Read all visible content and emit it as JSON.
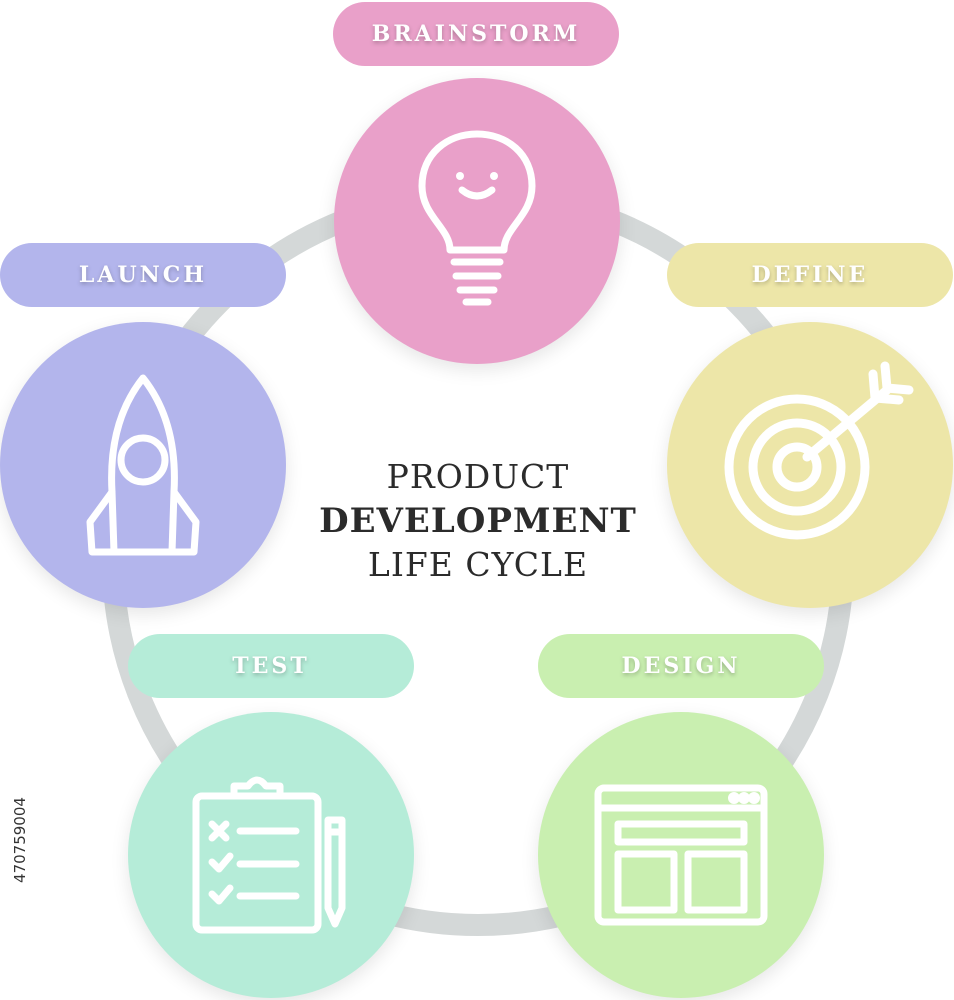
{
  "title": {
    "line1": "PRODUCT",
    "line2": "DEVELOPMENT",
    "line3": "LIFE CYCLE"
  },
  "stages": [
    {
      "label": "BRAINSTORM",
      "color": "#e9a0c9",
      "icon": "lightbulb-icon"
    },
    {
      "label": "DEFINE",
      "color": "#ede6a8",
      "icon": "target-icon"
    },
    {
      "label": "DESIGN",
      "color": "#c9efb0",
      "icon": "browser-layout-icon"
    },
    {
      "label": "TEST",
      "color": "#b5ecd8",
      "icon": "clipboard-checklist-icon"
    },
    {
      "label": "LAUNCH",
      "color": "#b3b5ec",
      "icon": "rocket-icon"
    }
  ],
  "ring_color": "#d4d8d8",
  "stock_id": "470759004"
}
